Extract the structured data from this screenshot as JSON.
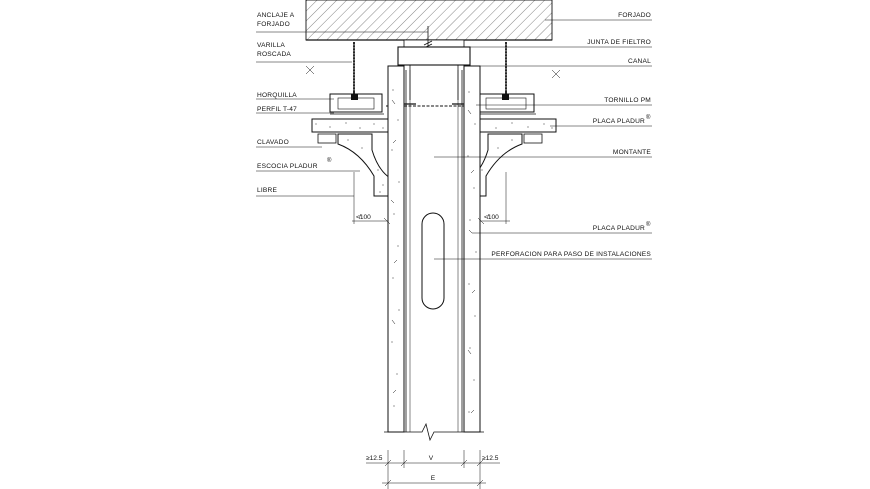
{
  "drawing": {
    "labels_left": [
      {
        "id": "anclaje-1",
        "text": "ANCLAJE A"
      },
      {
        "id": "anclaje-2",
        "text": "FORJADO"
      },
      {
        "id": "varilla-1",
        "text": "VARILLA"
      },
      {
        "id": "varilla-2",
        "text": "ROSCADA"
      },
      {
        "id": "horquilla",
        "text": "HORQUILLA"
      },
      {
        "id": "perfil",
        "text": "PERFIL T-47"
      },
      {
        "id": "clavado",
        "text": "CLAVADO"
      },
      {
        "id": "escocia",
        "text": "ESCOCIA PLADUR"
      },
      {
        "id": "libre",
        "text": "LIBRE"
      }
    ],
    "labels_right": [
      {
        "id": "forjado",
        "text": "FORJADO"
      },
      {
        "id": "junta",
        "text": "JUNTA DE FIELTRO"
      },
      {
        "id": "canal",
        "text": "CANAL"
      },
      {
        "id": "tornillo",
        "text": "TORNILLO PM"
      },
      {
        "id": "placa-1",
        "text": "PLACA PLADUR"
      },
      {
        "id": "montante",
        "text": "MONTANTE"
      },
      {
        "id": "placa-2",
        "text": "PLACA PLADUR"
      },
      {
        "id": "perforacion",
        "text": "PERFORACION PARA PASO DE INSTALACIONES"
      }
    ],
    "registered_mark": "®",
    "dimensions": {
      "gap_left": "≮100",
      "gap_right": "≮100",
      "board_left": "≥12.5",
      "board_right": "≥12.5",
      "stud_width": "V",
      "total_width": "E"
    }
  }
}
